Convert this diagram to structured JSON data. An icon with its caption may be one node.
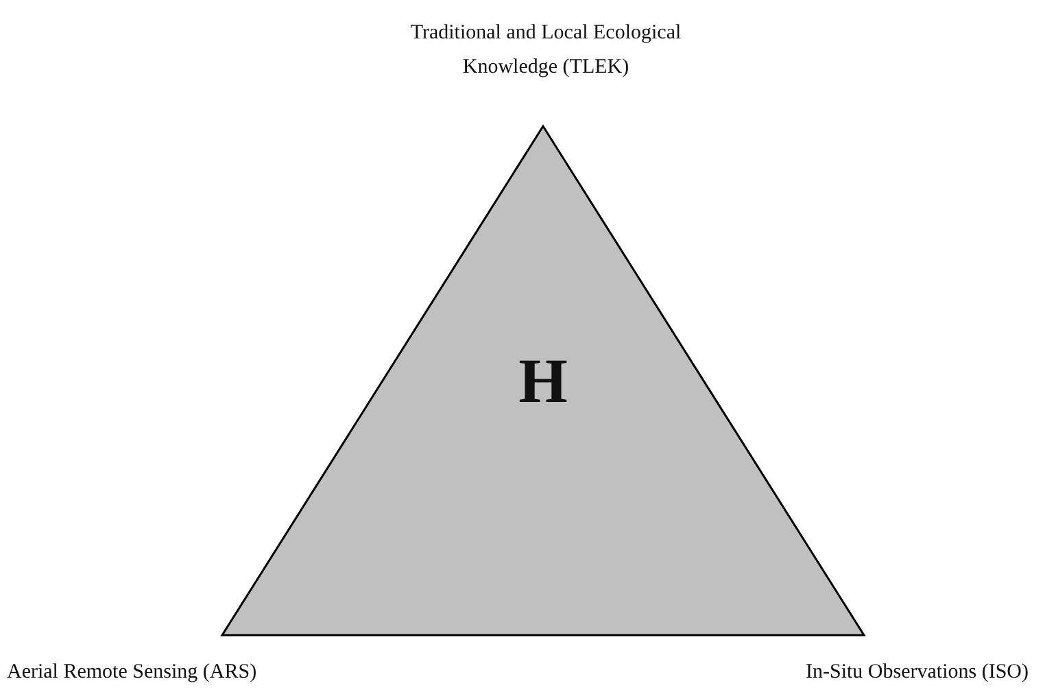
{
  "diagram": {
    "nodes": [
      {
        "text": [
          "H"
        ]
      }
    ],
    "labels": [
      "Traditional and Local Ecological Knowledge (TLEK)",
      "Aerial Remote Sensing (ARS)",
      "In-Situ Observations (ISO)"
    ]
  }
}
